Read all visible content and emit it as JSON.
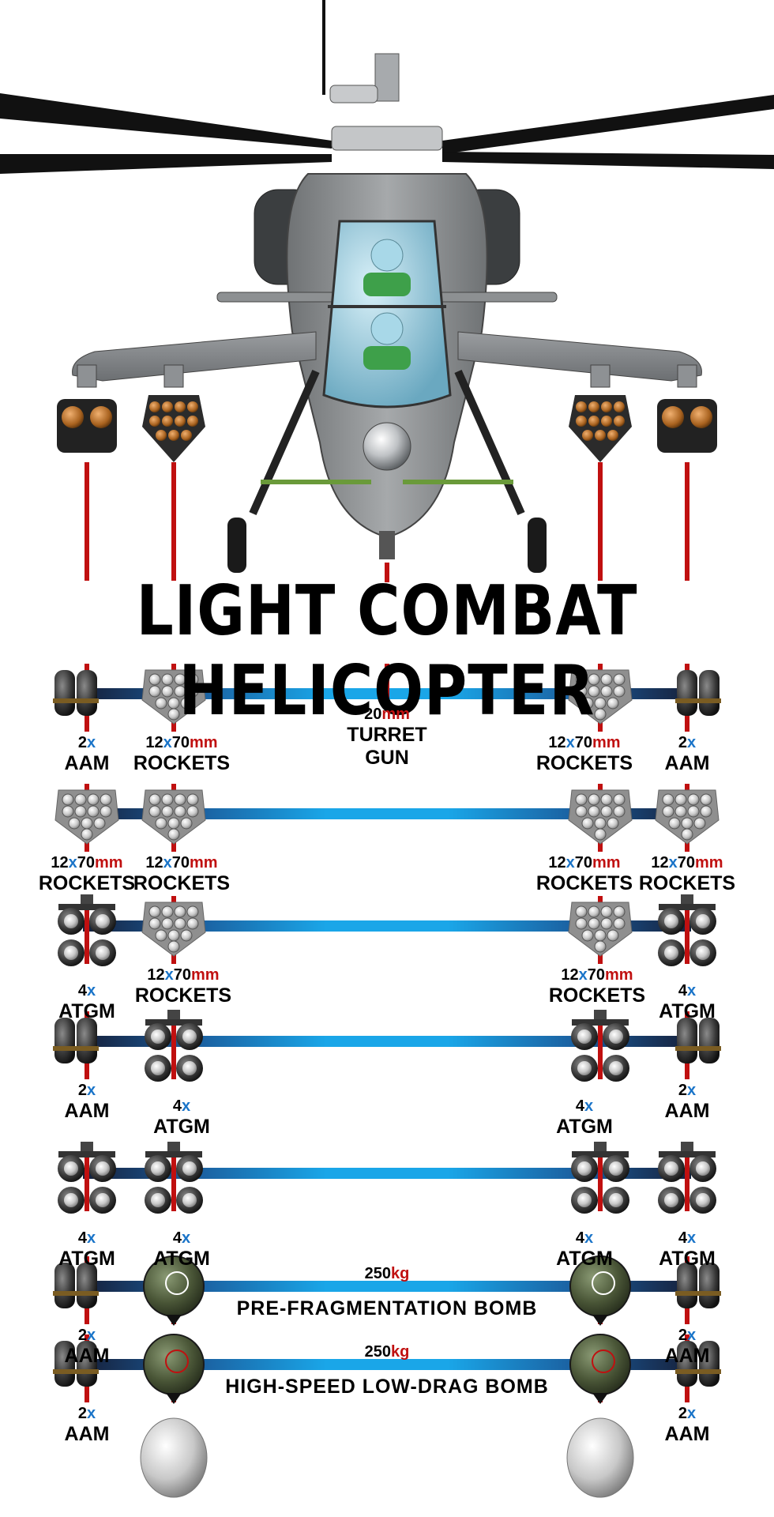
{
  "title": "LIGHT COMBAT HELICOPTER",
  "colors": {
    "pylon_red": "#c01010",
    "rail_blue": "#1aa6e8",
    "rail_dark": "#16203a",
    "spec_sep_blue": "#1a74c8",
    "spec_unit_red": "#c01010",
    "fuselage_grey": "#8b8e90",
    "canopy": "#8ec8dc",
    "pilot_green": "#3ea04a"
  },
  "gun": {
    "qty": "20",
    "unit": "mm",
    "name_line1": "TURRET",
    "name_line2": "GUN"
  },
  "rows": [
    {
      "outer": {
        "type": "aam",
        "qty": "2",
        "sep": "x",
        "unit": "",
        "name": "AAM"
      },
      "inner": {
        "type": "rockets",
        "qty": "12",
        "sep": "x",
        "unit": "70mm",
        "name": "ROCKETS"
      }
    },
    {
      "outer": {
        "type": "rockets",
        "qty": "12",
        "sep": "x",
        "unit": "70mm",
        "name": "ROCKETS"
      },
      "inner": {
        "type": "rockets",
        "qty": "12",
        "sep": "x",
        "unit": "70mm",
        "name": "ROCKETS"
      }
    },
    {
      "outer": {
        "type": "atgm",
        "qty": "4",
        "sep": "x",
        "unit": "",
        "name": "ATGM"
      },
      "inner": {
        "type": "rockets",
        "qty": "12",
        "sep": "x",
        "unit": "70mm",
        "name": "ROCKETS"
      }
    },
    {
      "outer": {
        "type": "aam",
        "qty": "2",
        "sep": "x",
        "unit": "",
        "name": "AAM"
      },
      "inner": {
        "type": "atgm",
        "qty": "4",
        "sep": "x",
        "unit": "",
        "name": "ATGM"
      }
    },
    {
      "outer": {
        "type": "atgm",
        "qty": "4",
        "sep": "x",
        "unit": "",
        "name": "ATGM"
      },
      "inner": {
        "type": "atgm",
        "qty": "4",
        "sep": "x",
        "unit": "",
        "name": "ATGM"
      }
    },
    {
      "outer": {
        "type": "aam",
        "qty": "2",
        "sep": "x",
        "unit": "",
        "name": "AAM"
      },
      "inner": {
        "type": "bomb",
        "weight_qty": "250",
        "weight_unit": "kg",
        "name": "PRE-FRAGMENTATION BOMB"
      }
    },
    {
      "outer": {
        "type": "aam",
        "qty": "2",
        "sep": "x",
        "unit": "",
        "name": "AAM"
      },
      "inner": {
        "type": "bomb_hsld",
        "weight_qty": "250",
        "weight_unit": "kg",
        "name": "HIGH-SPEED LOW-DRAG BOMB"
      }
    }
  ]
}
